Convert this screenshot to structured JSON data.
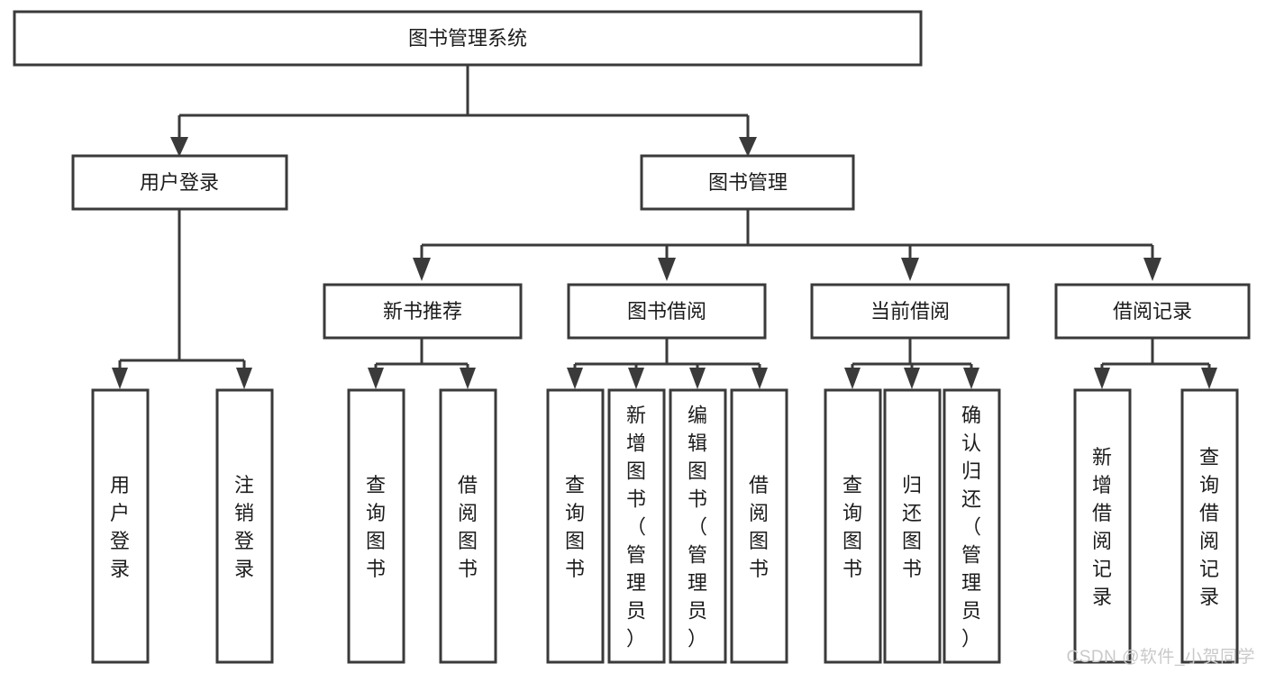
{
  "diagram": {
    "type": "tree-hierarchy",
    "title": "图书管理系统",
    "watermark": "CSDN @软件_小贺同学",
    "colors": {
      "box_stroke": "#3a3a3a",
      "box_fill": "#ffffff",
      "text": "#1c1c1c",
      "watermark": "#c9c9c9",
      "background": "#ffffff"
    },
    "root": {
      "label": "图书管理系统",
      "children": [
        {
          "label": "用户登录",
          "children": [
            {
              "label": "用户登录"
            },
            {
              "label": "注销登录"
            }
          ]
        },
        {
          "label": "图书管理",
          "children": [
            {
              "label": "新书推荐",
              "children": [
                {
                  "label": "查询图书"
                },
                {
                  "label": "借阅图书"
                }
              ]
            },
            {
              "label": "图书借阅",
              "children": [
                {
                  "label": "查询图书"
                },
                {
                  "label": "新增图书（管理员）"
                },
                {
                  "label": "编辑图书（管理员）"
                },
                {
                  "label": "借阅图书"
                }
              ]
            },
            {
              "label": "当前借阅",
              "children": [
                {
                  "label": "查询图书"
                },
                {
                  "label": "归还图书"
                },
                {
                  "label": "确认归还（管理员）"
                }
              ]
            },
            {
              "label": "借阅记录",
              "children": [
                {
                  "label": "新增借阅记录"
                },
                {
                  "label": "查询借阅记录"
                }
              ]
            }
          ]
        }
      ]
    },
    "nodes": {
      "root_title": "图书管理系统",
      "l1_user_login": "用户登录",
      "l1_book_manage": "图书管理",
      "l2_new_book_rec": "新书推荐",
      "l2_book_borrow": "图书借阅",
      "l2_current_borrow": "当前借阅",
      "l2_borrow_record": "借阅记录",
      "leaf_user_login": "用户登录",
      "leaf_logout": "注销登录",
      "leaf_query_book_1": "查询图书",
      "leaf_borrow_book_1": "借阅图书",
      "leaf_query_book_2": "查询图书",
      "leaf_add_book_admin": "新增图书（管理员）",
      "leaf_edit_book_admin": "编辑图书（管理员）",
      "leaf_borrow_book_2": "借阅图书",
      "leaf_query_book_3": "查询图书",
      "leaf_return_book": "归还图书",
      "leaf_confirm_return_admin": "确认归还（管理员）",
      "leaf_add_borrow_record": "新增借阅记录",
      "leaf_query_borrow_record": "查询借阅记录"
    }
  }
}
